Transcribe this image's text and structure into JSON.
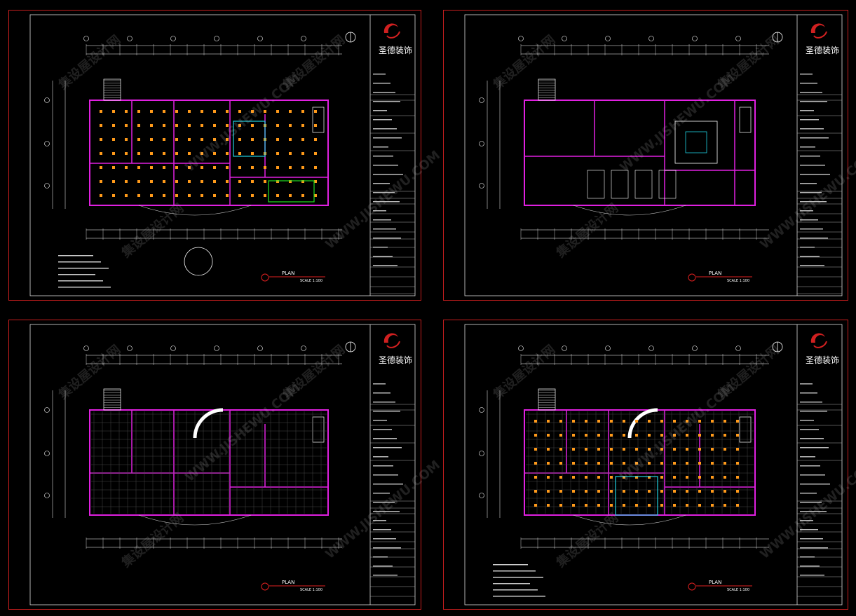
{
  "sheets": [
    {
      "id": "A",
      "title_cn": "圣德装饰",
      "plan_label": "PLAN",
      "scale_label": "SCALE 1:100"
    },
    {
      "id": "B",
      "title_cn": "圣德装饰",
      "plan_label": "PLAN",
      "scale_label": "SCALE 1:100"
    },
    {
      "id": "C",
      "title_cn": "圣德装饰",
      "plan_label": "PLAN",
      "scale_label": "SCALE 1:100"
    },
    {
      "id": "D",
      "title_cn": "圣德装饰",
      "plan_label": "PLAN",
      "scale_label": "SCALE 1:100"
    }
  ],
  "watermark": {
    "cn": "集设屋设计网",
    "en": "WWW.JISHEWU.COM"
  },
  "colors": {
    "border": "#c81e1e",
    "wall": "#e020e0",
    "grid": "#ffffff",
    "light": "#ff9a1a",
    "accent_green": "#20e020",
    "accent_cyan": "#20d0e0"
  }
}
